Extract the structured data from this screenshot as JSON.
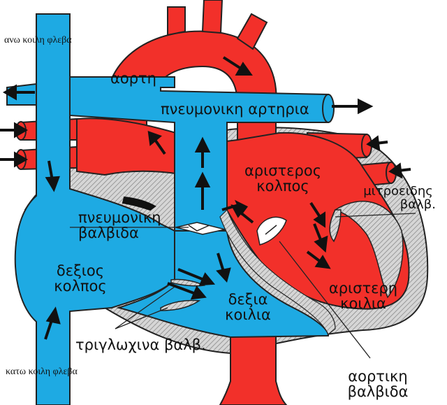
{
  "labels": {
    "svc": "ανω κοιλη φλεβα",
    "ivc": "κατω κοιλη φλεβα",
    "aorta": "αορτη",
    "pulmonary_artery": "πνευμονικη αρτηρια",
    "left_atrium_1": "αριστερος",
    "left_atrium_2": "κολπος",
    "mitral_1": "μιτροειδης",
    "mitral_2": "βαλβ.",
    "pulm_valve_1": "πνευμονικη",
    "pulm_valve_2": "βαλβιδα",
    "right_atrium_1": "δεξιος",
    "right_atrium_2": "κολπος",
    "right_ventricle_1": "δεξια",
    "right_ventricle_2": "κοιλια",
    "left_ventricle_1": "αριστερη",
    "left_ventricle_2": "κοιλια",
    "tricuspid": "τριγλωχινα βαλβ.",
    "aortic_valve_1": "αορτικη",
    "aortic_valve_2": "βαλβιδα"
  },
  "colors": {
    "oxygenated": "#f2302a",
    "deoxygenated": "#1eaae3",
    "wall": "#cfcfcf",
    "outline": "#222222",
    "arrow": "#111111"
  }
}
